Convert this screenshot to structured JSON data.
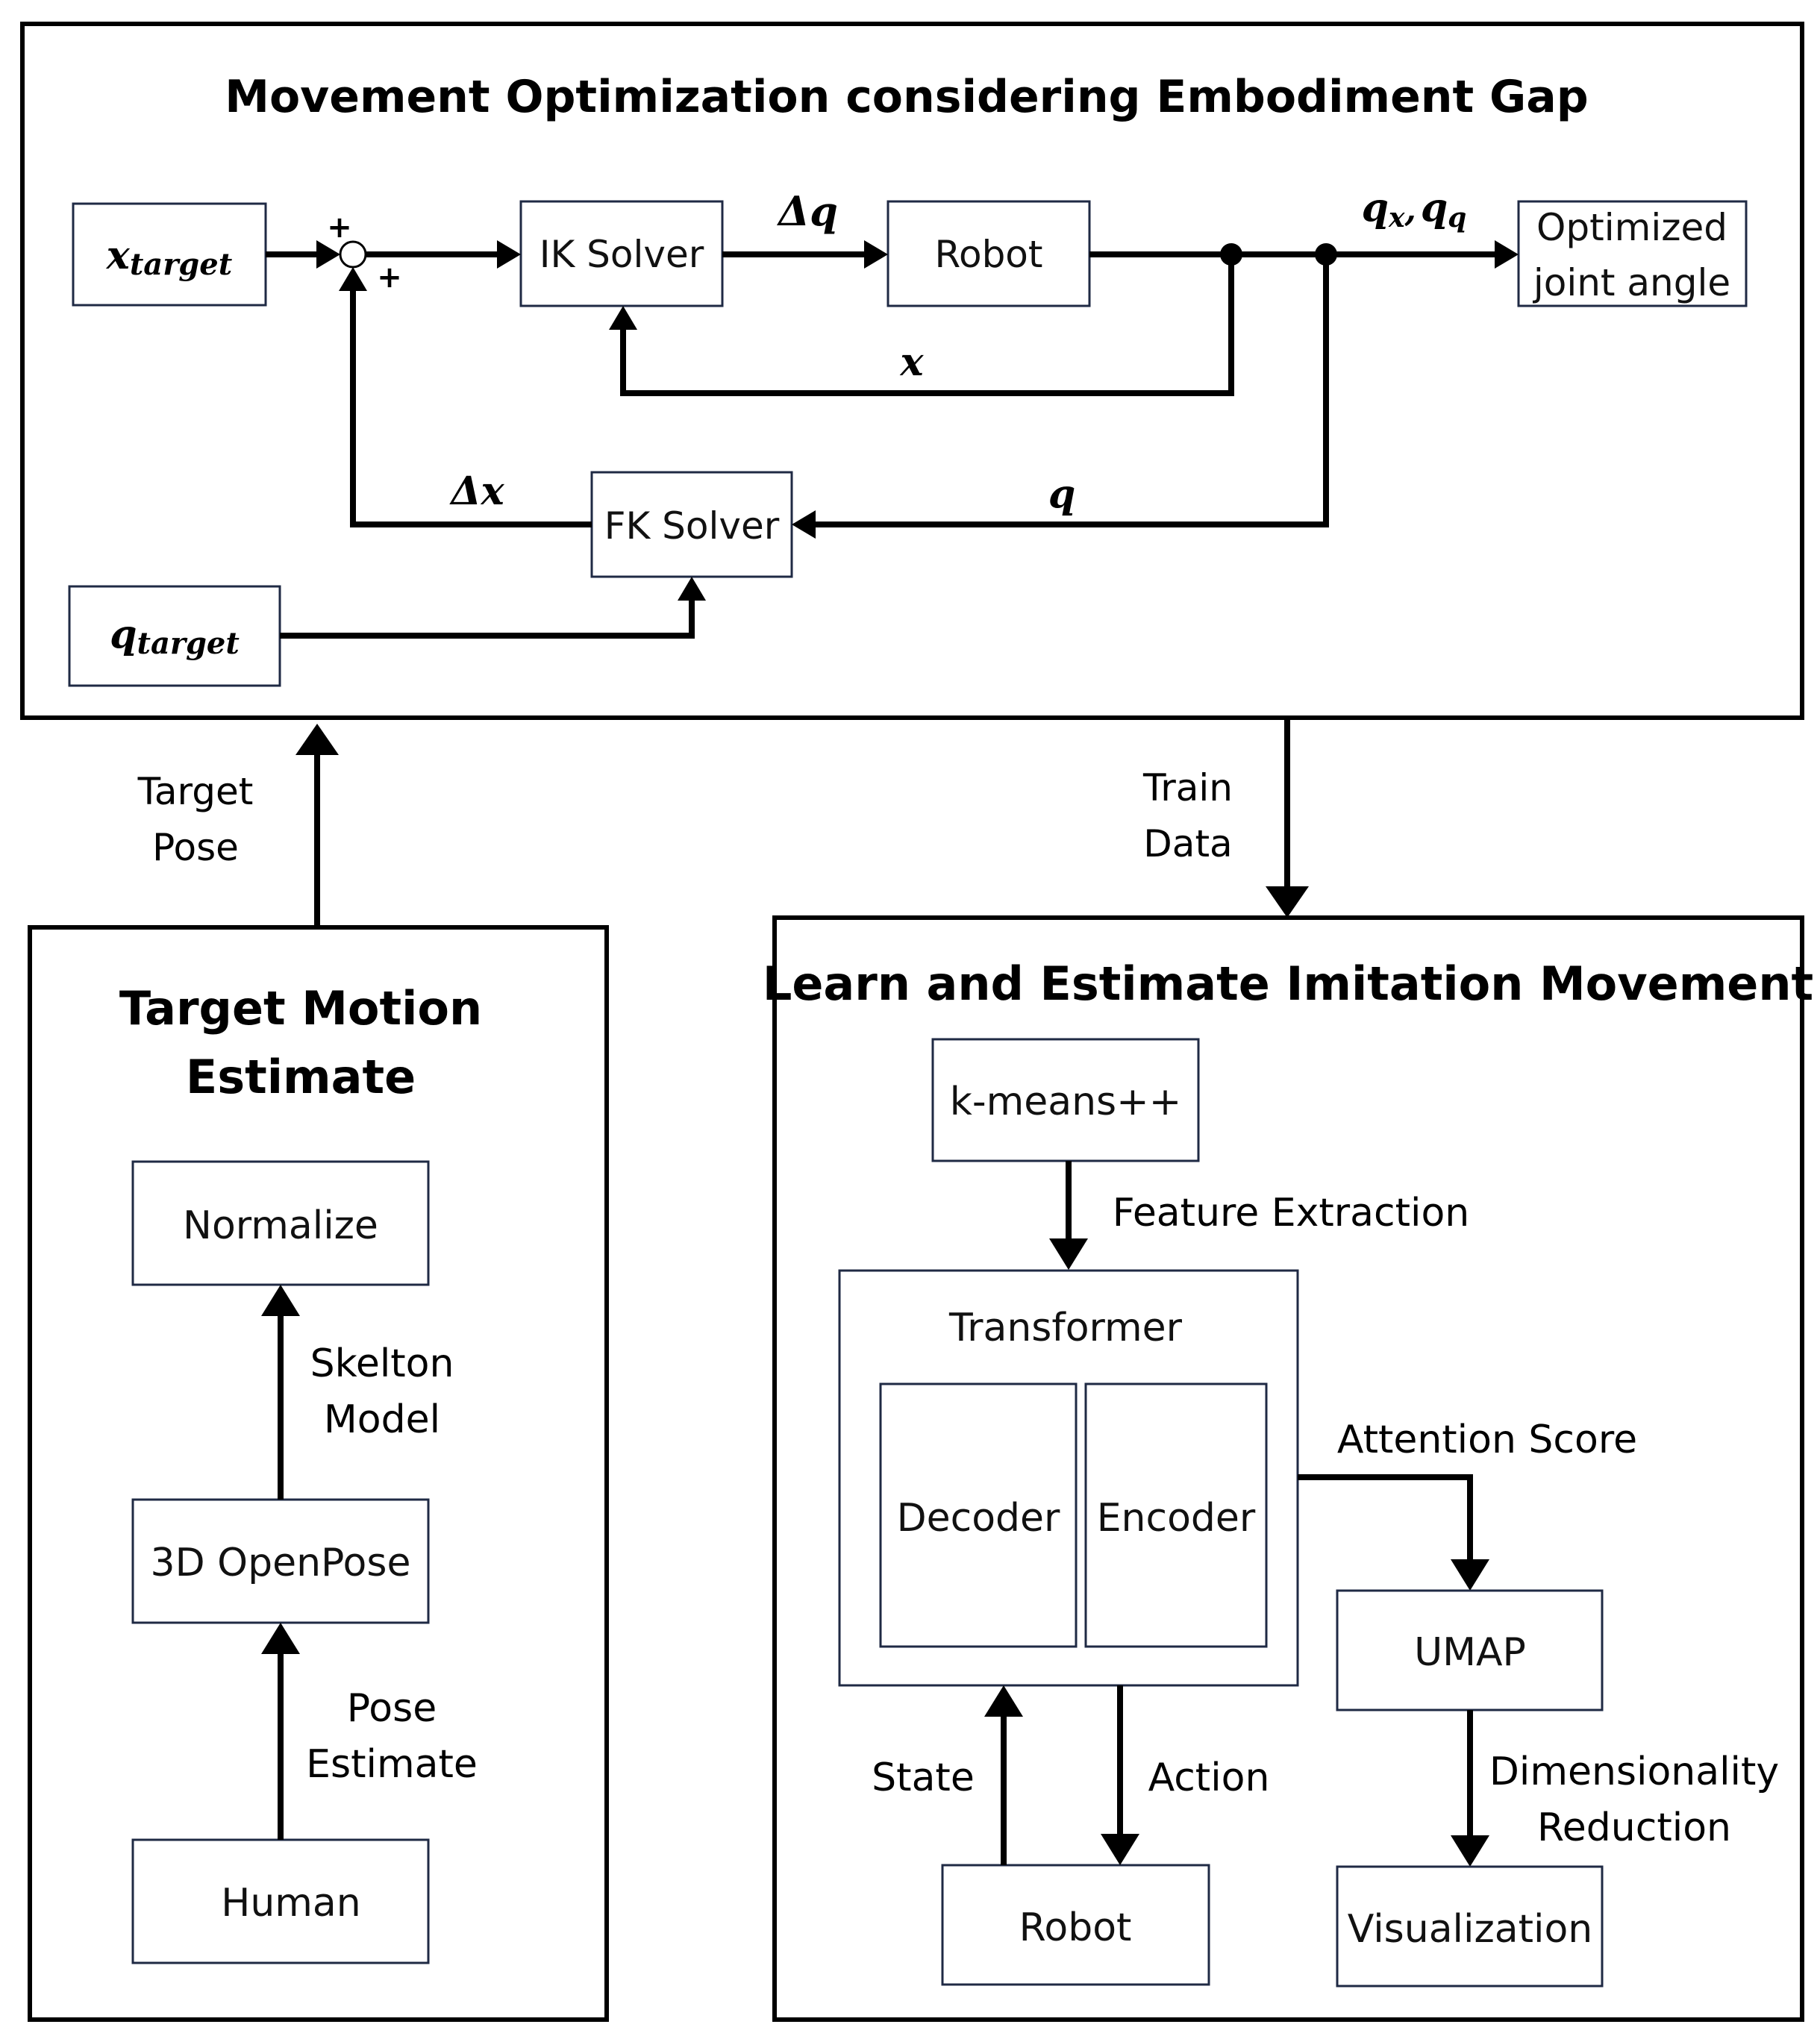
{
  "panels": {
    "optimization": {
      "title": "Movement Optimization considering Embodiment Gap",
      "x_target_base": "x",
      "x_target_sub": "target",
      "q_target_base": "q",
      "q_target_sub": "target",
      "ik_solver": "IK Solver",
      "fk_solver": "FK Solver",
      "robot": "Robot",
      "output_line1": "Optimized",
      "output_line2": "joint angle",
      "delta_q": "Δq",
      "delta_x": "Δx",
      "x_label": "x",
      "q_label": "q",
      "qx_base": "q",
      "qx_sub": "x",
      "qq_base": "q",
      "qq_sub": "q",
      "comma": ",",
      "plus_top": "+",
      "plus_bottom": "+"
    },
    "target_motion": {
      "title_line1": "Target Motion",
      "title_line2": "Estimate",
      "normalize": "Normalize",
      "openpose": "3D OpenPose",
      "human": "Human",
      "skelton_line1": "Skelton",
      "skelton_line2": "Model",
      "pose_line1": "Pose",
      "pose_line2": "Estimate"
    },
    "learn": {
      "title": "Learn and Estimate Imitation Movement",
      "kmeans": "k-means++",
      "feature_extraction": "Feature Extraction",
      "transformer": "Transformer",
      "decoder": "Decoder",
      "encoder": "Encoder",
      "attention_score": "Attention Score",
      "umap": "UMAP",
      "dim_line1": "Dimensionality",
      "dim_line2": "Reduction",
      "visualization": "Visualization",
      "state": "State",
      "action": "Action",
      "robot": "Robot"
    }
  },
  "connectors": {
    "target_pose_line1": "Target",
    "target_pose_line2": "Pose",
    "train_data_line1": "Train",
    "train_data_line2": "Data"
  }
}
